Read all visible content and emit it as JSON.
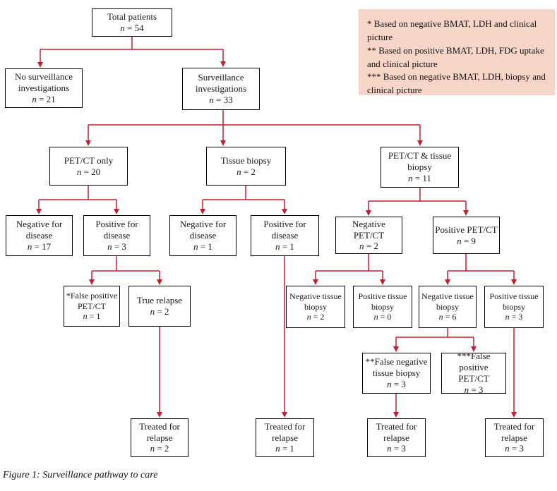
{
  "figure": {
    "caption": "Figure 1: Surveillance pathway to care"
  },
  "colors": {
    "arrow": "#c02030",
    "legend_bg": "#f7d5c8",
    "box_border": "#000000",
    "box_bg": "#ffffff"
  },
  "legend": {
    "lines": [
      "* Based on negative BMAT, LDH and clinical picture",
      "** Based on positive BMAT, LDH, FDG uptake and clinical picture",
      "*** Based on negative BMAT, LDH, biopsy and clinical picture"
    ]
  },
  "nodes": {
    "total": {
      "label": "Total patients",
      "n": "n = 54"
    },
    "no_surveillance": {
      "label": "No surveillance investigations",
      "n": "n = 21"
    },
    "surveillance": {
      "label": "Surveillance investigations",
      "n": "n = 33"
    },
    "petct_only": {
      "label": "PET/CT only",
      "n": "n = 20"
    },
    "tissue_biopsy": {
      "label": "Tissue biopsy",
      "n": "n = 2"
    },
    "petct_and_biopsy": {
      "label": "PET/CT & tissue biopsy",
      "n": "n = 11"
    },
    "neg_disease_petct": {
      "label": "Negative for disease",
      "n": "n = 17"
    },
    "pos_disease_petct": {
      "label": "Positive for disease",
      "n": "n = 3"
    },
    "neg_disease_biopsy": {
      "label": "Negative for disease",
      "n": "n = 1"
    },
    "pos_disease_biopsy": {
      "label": "Positive for disease",
      "n": "n = 1"
    },
    "negative_petct": {
      "label": "Negative PET/CT",
      "n": "n = 2"
    },
    "positive_petct": {
      "label": "Positive PET/CT",
      "n": "n = 9"
    },
    "false_positive_petct": {
      "label": "*False positive PET/CT",
      "n": "n = 1"
    },
    "true_relapse": {
      "label": "True relapse",
      "n": "n = 2"
    },
    "neg_tissue_biopsy_a": {
      "label": "Negative tissue biopsy",
      "n": "n = 2"
    },
    "pos_tissue_biopsy_a": {
      "label": "Positive tissue biopsy",
      "n": "n = 0"
    },
    "neg_tissue_biopsy_b": {
      "label": "Negative tissue biopsy",
      "n": "n = 6"
    },
    "pos_tissue_biopsy_b": {
      "label": "Positive tissue biopsy",
      "n": "n = 3"
    },
    "false_neg_biopsy": {
      "label": "**False negative tissue biopsy",
      "n": "n = 3"
    },
    "false_pos_petct_b": {
      "label": "***False positive PET/CT",
      "n": "n = 3"
    },
    "treated_a": {
      "label": "Treated for relapse",
      "n": "n = 2"
    },
    "treated_b": {
      "label": "Treated for relapse",
      "n": "n = 1"
    },
    "treated_c": {
      "label": "Treated for relapse",
      "n": "n = 3"
    },
    "treated_d": {
      "label": "Treated for relapse",
      "n": "n = 3"
    }
  }
}
